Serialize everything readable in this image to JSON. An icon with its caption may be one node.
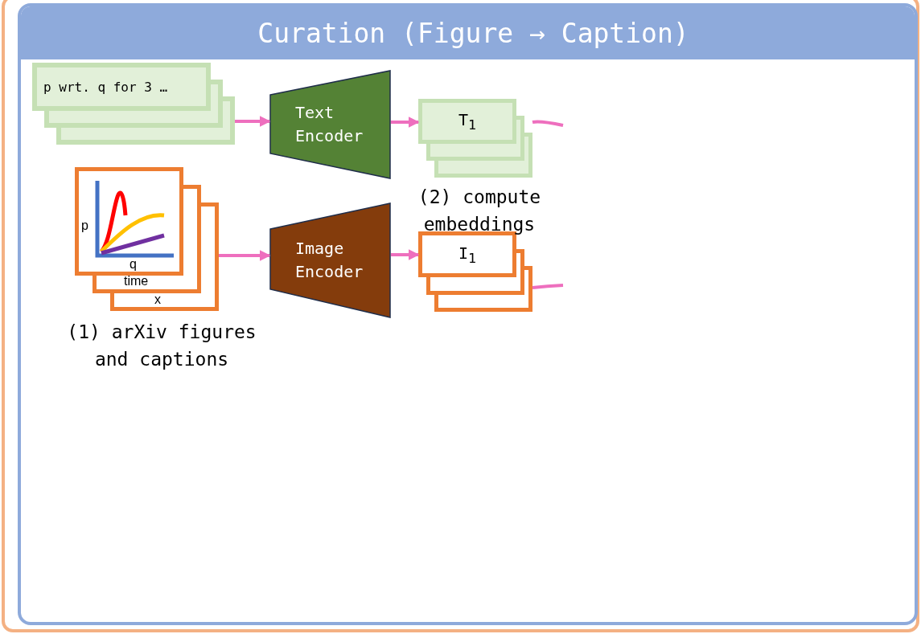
{
  "diagram": {
    "nodes": [
      {
        "text": [
          "Curation (Figure → Caption)"
        ]
      },
      {
        "text": [
          "p wrt. q for 3 …"
        ],
        "in": 0
      },
      {
        "text": [],
        "shape": "picture",
        "in": 0,
        "beside": [
          "(1) arXiv figures and captions"
        ]
      },
      {
        "text": [
          "Text Encoder"
        ],
        "in": 0
      },
      {
        "text": [
          "Image Encoder"
        ],
        "in": 0
      },
      {
        "text": [
          "T$_{1}$"
        ],
        "in": 0
      },
      {
        "text": [
          "I$_{1}$"
        ],
        "in": 0
      }
    ],
    "edges": [
      {
        "from": 1,
        "to": 3,
        "arrow": "to"
      },
      {
        "from": 2,
        "to": 4,
        "arrow": "to"
      },
      {
        "from": 3,
        "to": 5,
        "arrow": "to"
      },
      {
        "from": 4,
        "to": 6,
        "arrow": "to"
      },
      {
        "from": 5,
        "to": null,
        "arrow": "none"
      },
      {
        "from": 6,
        "to": null,
        "arrow": "none"
      }
    ],
    "labels": [
      "p",
      "q",
      "time",
      "x",
      "(2) compute embeddings"
    ]
  }
}
